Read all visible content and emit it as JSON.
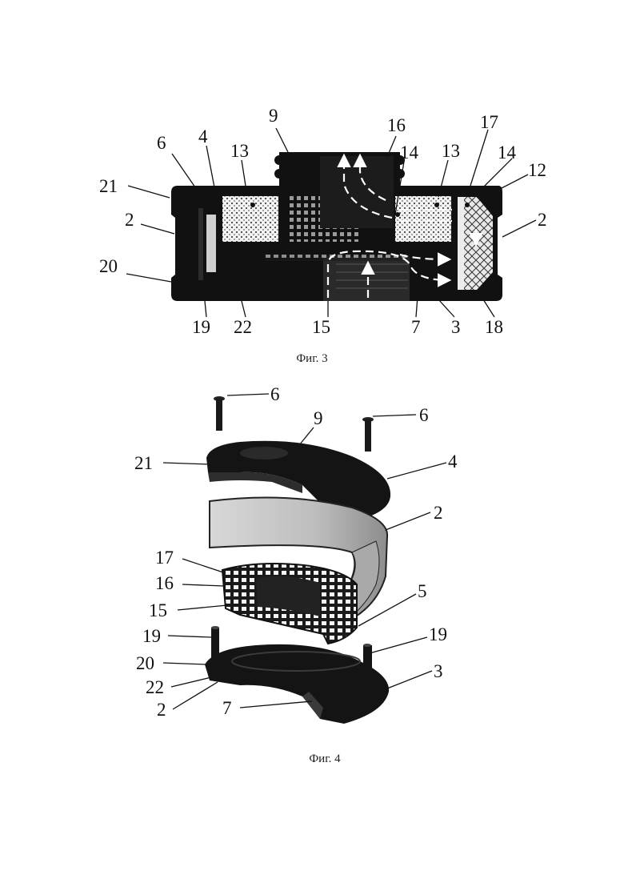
{
  "figure3": {
    "caption": "Фиг. 3",
    "labels": [
      "9",
      "16",
      "17",
      "6",
      "4",
      "13",
      "14",
      "13",
      "14",
      "12",
      "21",
      "2",
      "2",
      "20",
      "19",
      "22",
      "15",
      "7",
      "3",
      "18"
    ]
  },
  "figure4": {
    "caption": "Фиг. 4",
    "labels": [
      "6",
      "6",
      "9",
      "21",
      "4",
      "2",
      "17",
      "16",
      "5",
      "15",
      "19",
      "19",
      "20",
      "3",
      "22",
      "2",
      "7"
    ]
  }
}
